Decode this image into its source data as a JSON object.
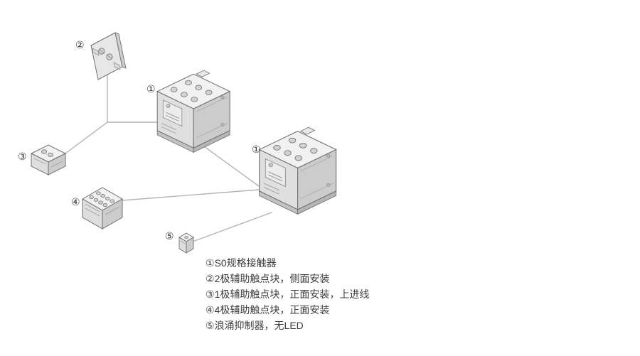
{
  "callouts": [
    {
      "id": "aux-side-block",
      "marker": "②"
    },
    {
      "id": "contactor-left",
      "marker": "①"
    },
    {
      "id": "aux-1pole-block",
      "marker": "③"
    },
    {
      "id": "aux-4pole-block",
      "marker": "④"
    },
    {
      "id": "contactor-right",
      "marker": "①"
    },
    {
      "id": "surge-suppressor",
      "marker": "⑤"
    }
  ],
  "legend": {
    "items": [
      {
        "marker": "①",
        "text": "S0规格接触器"
      },
      {
        "marker": "②",
        "text": "2极辅助触点块，侧面安装"
      },
      {
        "marker": "③",
        "text": "1极辅助触点块，正面安装，上进线"
      },
      {
        "marker": "④",
        "text": "4极辅助触点块，正面安装"
      },
      {
        "marker": "⑤",
        "text": "浪涌抑制器，无LED"
      }
    ]
  },
  "colors": {
    "background": "#ffffff",
    "connector_line": "#b3b3b3",
    "outline": "#707070",
    "fill_light": "#f1f1f1",
    "fill_mid": "#dfdfdf",
    "fill_dark": "#cccccc",
    "text": "#3d3d3d"
  }
}
